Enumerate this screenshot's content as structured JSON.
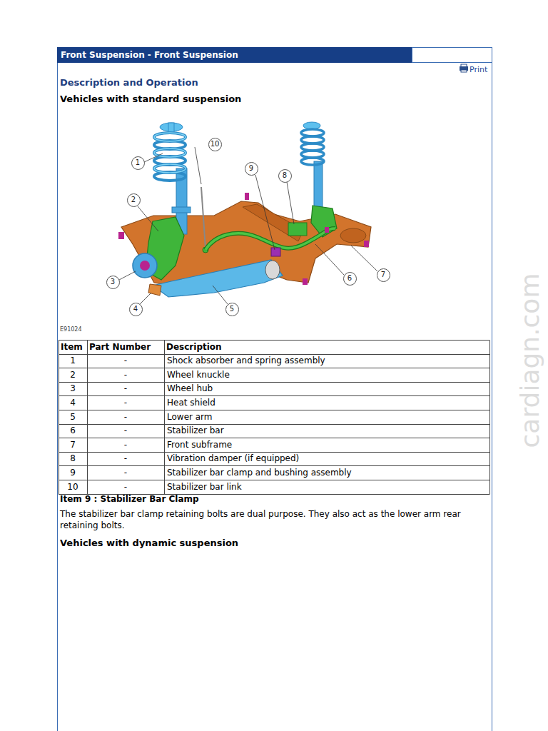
{
  "diagram": {
    "title": "Front Suspension - Front Suspension",
    "nodes": [
      {
        "text": [
          "10"
        ]
      },
      {
        "text": [
          "1"
        ]
      },
      {
        "text": [
          "9"
        ]
      },
      {
        "text": [
          "8"
        ]
      },
      {
        "text": [
          "2"
        ]
      },
      {
        "text": [
          "3"
        ]
      },
      {
        "text": [
          "6"
        ]
      },
      {
        "text": [
          "7"
        ]
      },
      {
        "text": [
          "4"
        ]
      },
      {
        "text": [
          "5"
        ]
      }
    ],
    "labels": [
      "Print",
      "Description and Operation",
      "Vehicles with standard suspension",
      "E91024",
      "Item",
      "Part Number",
      "Description",
      "1",
      "-",
      "Shock absorber and spring assembly",
      "2",
      "-",
      "Wheel knuckle",
      "3",
      "-",
      "Wheel hub",
      "4",
      "-",
      "Heat shield",
      "5",
      "-",
      "Lower arm",
      "6",
      "-",
      "Stabilizer bar",
      "7",
      "-",
      "Front subframe",
      "8",
      "-",
      "Vibration damper (if equipped)",
      "9",
      "-",
      "Stabilizer bar clamp and bushing assembly",
      "10",
      "-",
      "Stabilizer bar link",
      "Item 9 : Stabilizer Bar Clamp",
      "The stabilizer bar clamp retaining bolts are dual purpose. They also act as the lower arm rear retaining bolts.",
      "Vehicles with dynamic suspension",
      "cardiagn.com"
    ]
  }
}
